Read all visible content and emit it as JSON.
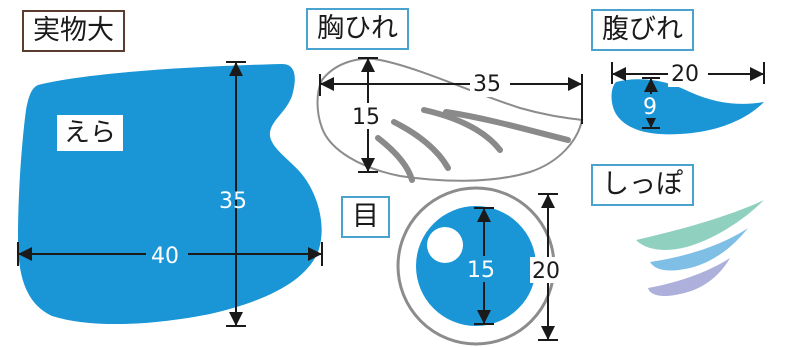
{
  "labels": {
    "actual_size": "実物大",
    "pectoral_fin": "胸ひれ",
    "pelvic_fin": "腹びれ",
    "tail": "しっぽ",
    "eye": "目",
    "gill": "えら"
  },
  "dimensions": {
    "gill_height": "35",
    "gill_width": "40",
    "pectoral_width": "35",
    "pectoral_height": "15",
    "pelvic_width": "20",
    "pelvic_height": "9",
    "eye_inner": "15",
    "eye_outer": "20"
  },
  "colors": {
    "fill_blue": "#1a96d6",
    "outline_gray": "#8c8c8c",
    "stripe_gray": "#8a8a8a",
    "tail_green": "#8fd0bf",
    "tail_blue": "#7fbfe6",
    "tail_purple": "#aeb0dc",
    "box_dark": "#5a3d2e",
    "box_blue": "#4aa3cf"
  }
}
